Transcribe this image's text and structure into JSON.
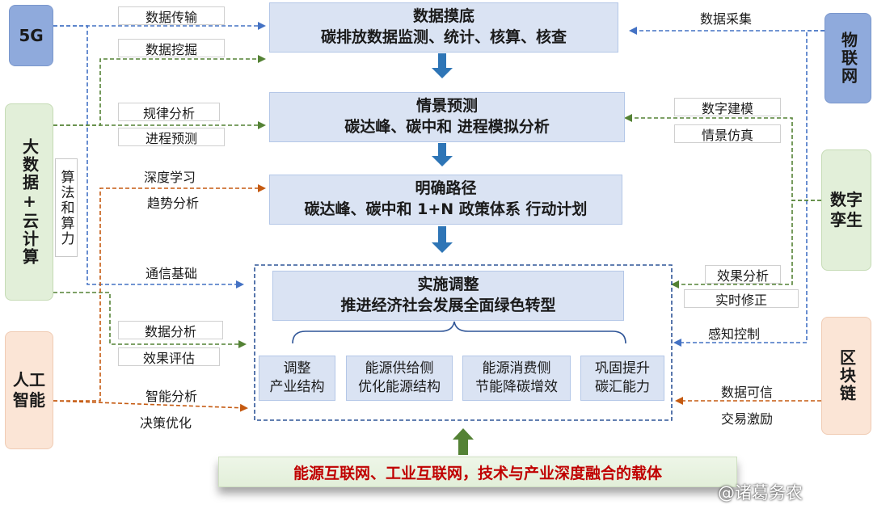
{
  "left_blocks": {
    "5g": "5G",
    "bigdata": "大数据+云计算",
    "algo": "算法和算力",
    "ai": "人工智能"
  },
  "right_blocks": {
    "iot": "物联网",
    "twin": "数字孪生",
    "blockchain": "区块链"
  },
  "main_steps": [
    {
      "title": "数据摸底",
      "detail": "碳排放数据监测、统计、核算、核查"
    },
    {
      "title": "情景预测",
      "detail": "碳达峰、碳中和 进程模拟分析"
    },
    {
      "title": "明确路径",
      "detail": "碳达峰、碳中和 1+N 政策体系 行动计划"
    },
    {
      "title": "实施调整",
      "detail": "推进经济社会发展全面绿色转型"
    }
  ],
  "sub_boxes": [
    {
      "line1": "调整",
      "line2": "产业结构"
    },
    {
      "line1": "能源供给侧",
      "line2": "优化能源结构"
    },
    {
      "line1": "能源消费侧",
      "line2": "节能降碳增效"
    },
    {
      "line1": "巩固提升",
      "line2": "碳汇能力"
    }
  ],
  "left_labels": {
    "data_transfer": "数据传输",
    "data_mining": "数据挖掘",
    "pattern_analysis": "规律分析",
    "process_forecast": "进程预测",
    "deep_learning": "深度学习",
    "trend_analysis": "趋势分析",
    "comm_infra": "通信基础",
    "data_analysis": "数据分析",
    "effect_eval": "效果评估",
    "smart_analysis": "智能分析",
    "decision_opt": "决策优化"
  },
  "right_labels": {
    "data_collect": "数据采集",
    "digital_model": "数字建模",
    "scenario_sim": "情景仿真",
    "effect_analysis": "效果分析",
    "realtime_fix": "实时修正",
    "sensing_control": "感知控制",
    "data_trust": "数据可信",
    "trade_incentive": "交易激励"
  },
  "bottom_bar": "能源互联网、工业互联网，技术与产业深度融合的载体",
  "watermark": "@诸葛务农",
  "colors": {
    "blue_line": "#4472c4",
    "green_line": "#548235",
    "orange_line": "#c55a11",
    "arrow_blue": "#2e75b6",
    "bottom_red": "#c00000"
  }
}
